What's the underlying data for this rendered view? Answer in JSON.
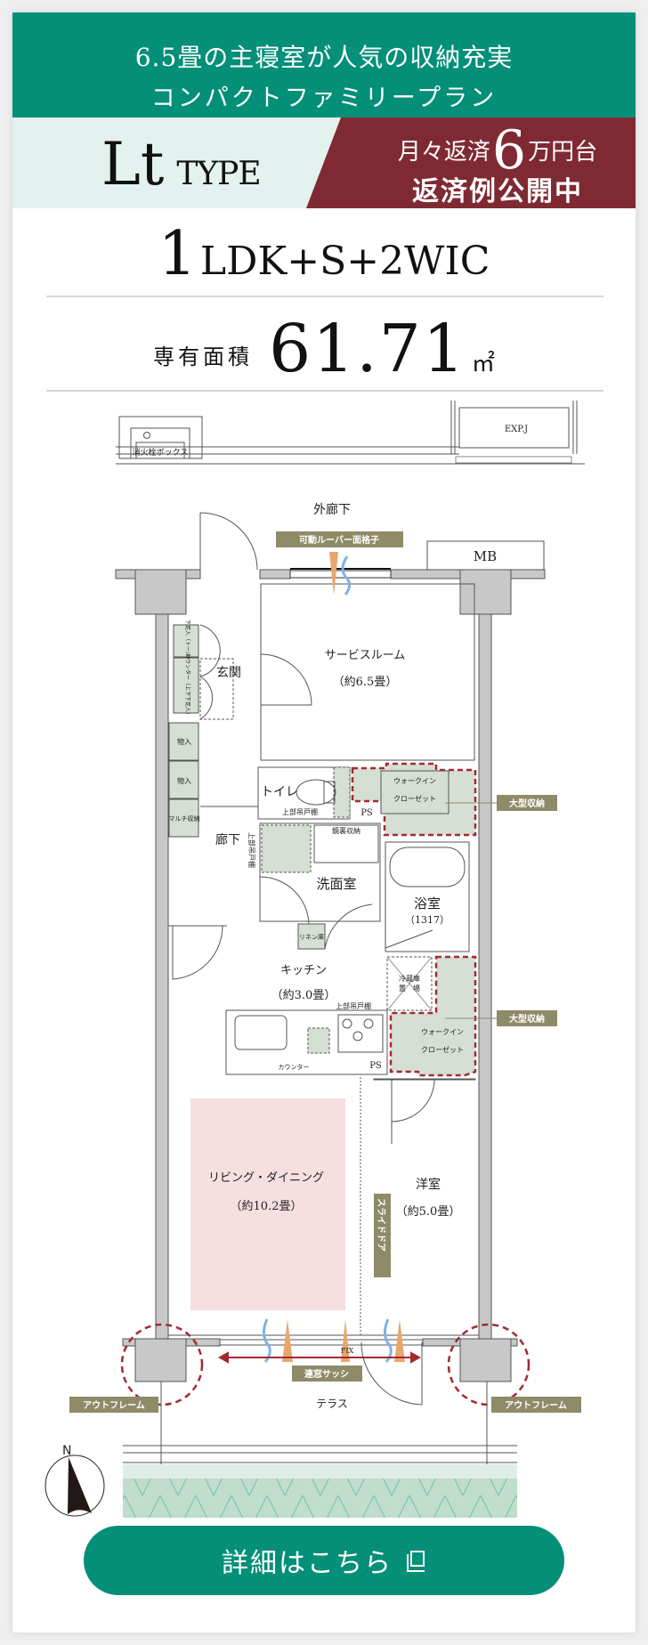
{
  "header": {
    "line1": "6.5畳の主寝室が人気の収納充実",
    "line2": "コンパクトファミリープラン"
  },
  "type": {
    "name": "Lt",
    "suffix": "TYPE"
  },
  "payment": {
    "prefix": "月々返済",
    "number": "6",
    "suffix": "万円台",
    "line2": "返済例公開中"
  },
  "layout": {
    "count": "1",
    "rest": "LDK+S+2WIC"
  },
  "area": {
    "label": "専有面積",
    "value": "61.71",
    "unit": "㎡"
  },
  "floorplan": {
    "fire_box": "消火栓ボックス",
    "expj": "EXP.J",
    "outer_corridor": "外廊下",
    "louver": "可動ルーバー面格子",
    "mb": "MB",
    "service_room": "サービスルーム",
    "service_room_size": "（約6.5畳）",
    "entrance": "玄関",
    "shoe_storage_1": "下足入（トール）",
    "shoe_storage_2": "カウンター（上下下足入）",
    "storage_1": "物入",
    "storage_2": "物入",
    "multi_storage": "マルチ収納",
    "toilet": "トイレ",
    "upper_cabinet_1": "上部吊戸棚",
    "ps_1": "PS",
    "wic_1_a": "ウォークイン",
    "wic_1_b": "クローゼット",
    "large_storage_1": "大型収納",
    "corridor": "廊下",
    "upper_cabinet_2": "上部吊戸棚",
    "mirror_storage": "鏡裏収納",
    "washroom": "洗面室",
    "bathroom": "浴室",
    "bathroom_size": "（1317）",
    "linen": "リネン庫",
    "kitchen": "キッチン",
    "kitchen_size": "（約3.0畳）",
    "fridge_a": "冷蔵庫",
    "fridge_b": "置　場",
    "upper_cabinet_3": "上部吊戸棚",
    "counter": "カウンター",
    "ps_2": "PS",
    "wic_2_a": "ウォークイン",
    "wic_2_b": "クローゼット",
    "large_storage_2": "大型収納",
    "living": "リビング・ダイニング",
    "living_size": "（約10.2畳）",
    "western": "洋室",
    "western_size": "（約5.0畳）",
    "slide_door": "スライドドア",
    "fix": "FIX",
    "sash": "連窓サッシ",
    "terrace": "テラス",
    "outframe_left": "アウトフレーム",
    "outframe_right": "アウトフレーム",
    "north": "N"
  },
  "button": {
    "label": "詳細はこちら"
  },
  "colors": {
    "brand_green": "#038f78",
    "maroon": "#7f2a33",
    "tag_olive": "#8f8a68",
    "wic_dash": "#a32a33"
  }
}
